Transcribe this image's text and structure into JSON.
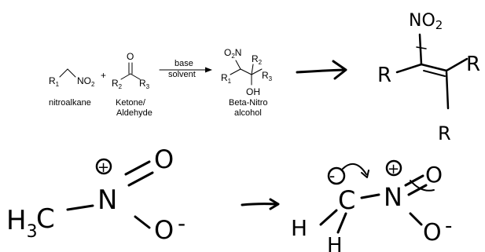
{
  "reaction": {
    "reactant1": {
      "r": "R",
      "r_sub": "1",
      "group": "NO",
      "group_sub": "2",
      "label": "nitroalkane"
    },
    "plus": "+",
    "reactant2": {
      "carbonyl_o": "O",
      "r_left": "R",
      "r_left_sub": "2",
      "r_right": "R",
      "r_right_sub": "3",
      "label_line1": "Ketone/",
      "label_line2": "Aldehyde"
    },
    "conditions": {
      "above": "base",
      "below": "solvent"
    },
    "product": {
      "group": "O",
      "group_pre": "O",
      "no2_n": "N",
      "r2": "R",
      "r2_sub": "2",
      "r1": "R",
      "r1_sub": "1",
      "r3": "R",
      "r3_sub": "3",
      "oh": "OH",
      "label_line1": "Beta-Nitro",
      "label_line2": "alcohol"
    }
  },
  "handwritten": {
    "alkene": {
      "no2": "NO",
      "no2_sub": "2",
      "r_left": "R",
      "r_right": "R",
      "r_bottom": "R"
    },
    "left_molecule": {
      "h": "H",
      "h_sub": "3",
      "c": "C",
      "n": "N",
      "plus": "+",
      "o_double": "O",
      "o_single": "O",
      "minus": "-"
    },
    "right_molecule": {
      "minus_circle": "-",
      "c": "C",
      "h_left": "H",
      "h_bottom": "H",
      "n": "N",
      "plus": "+",
      "o_double": "O",
      "o_single": "O",
      "minus": "-"
    }
  }
}
